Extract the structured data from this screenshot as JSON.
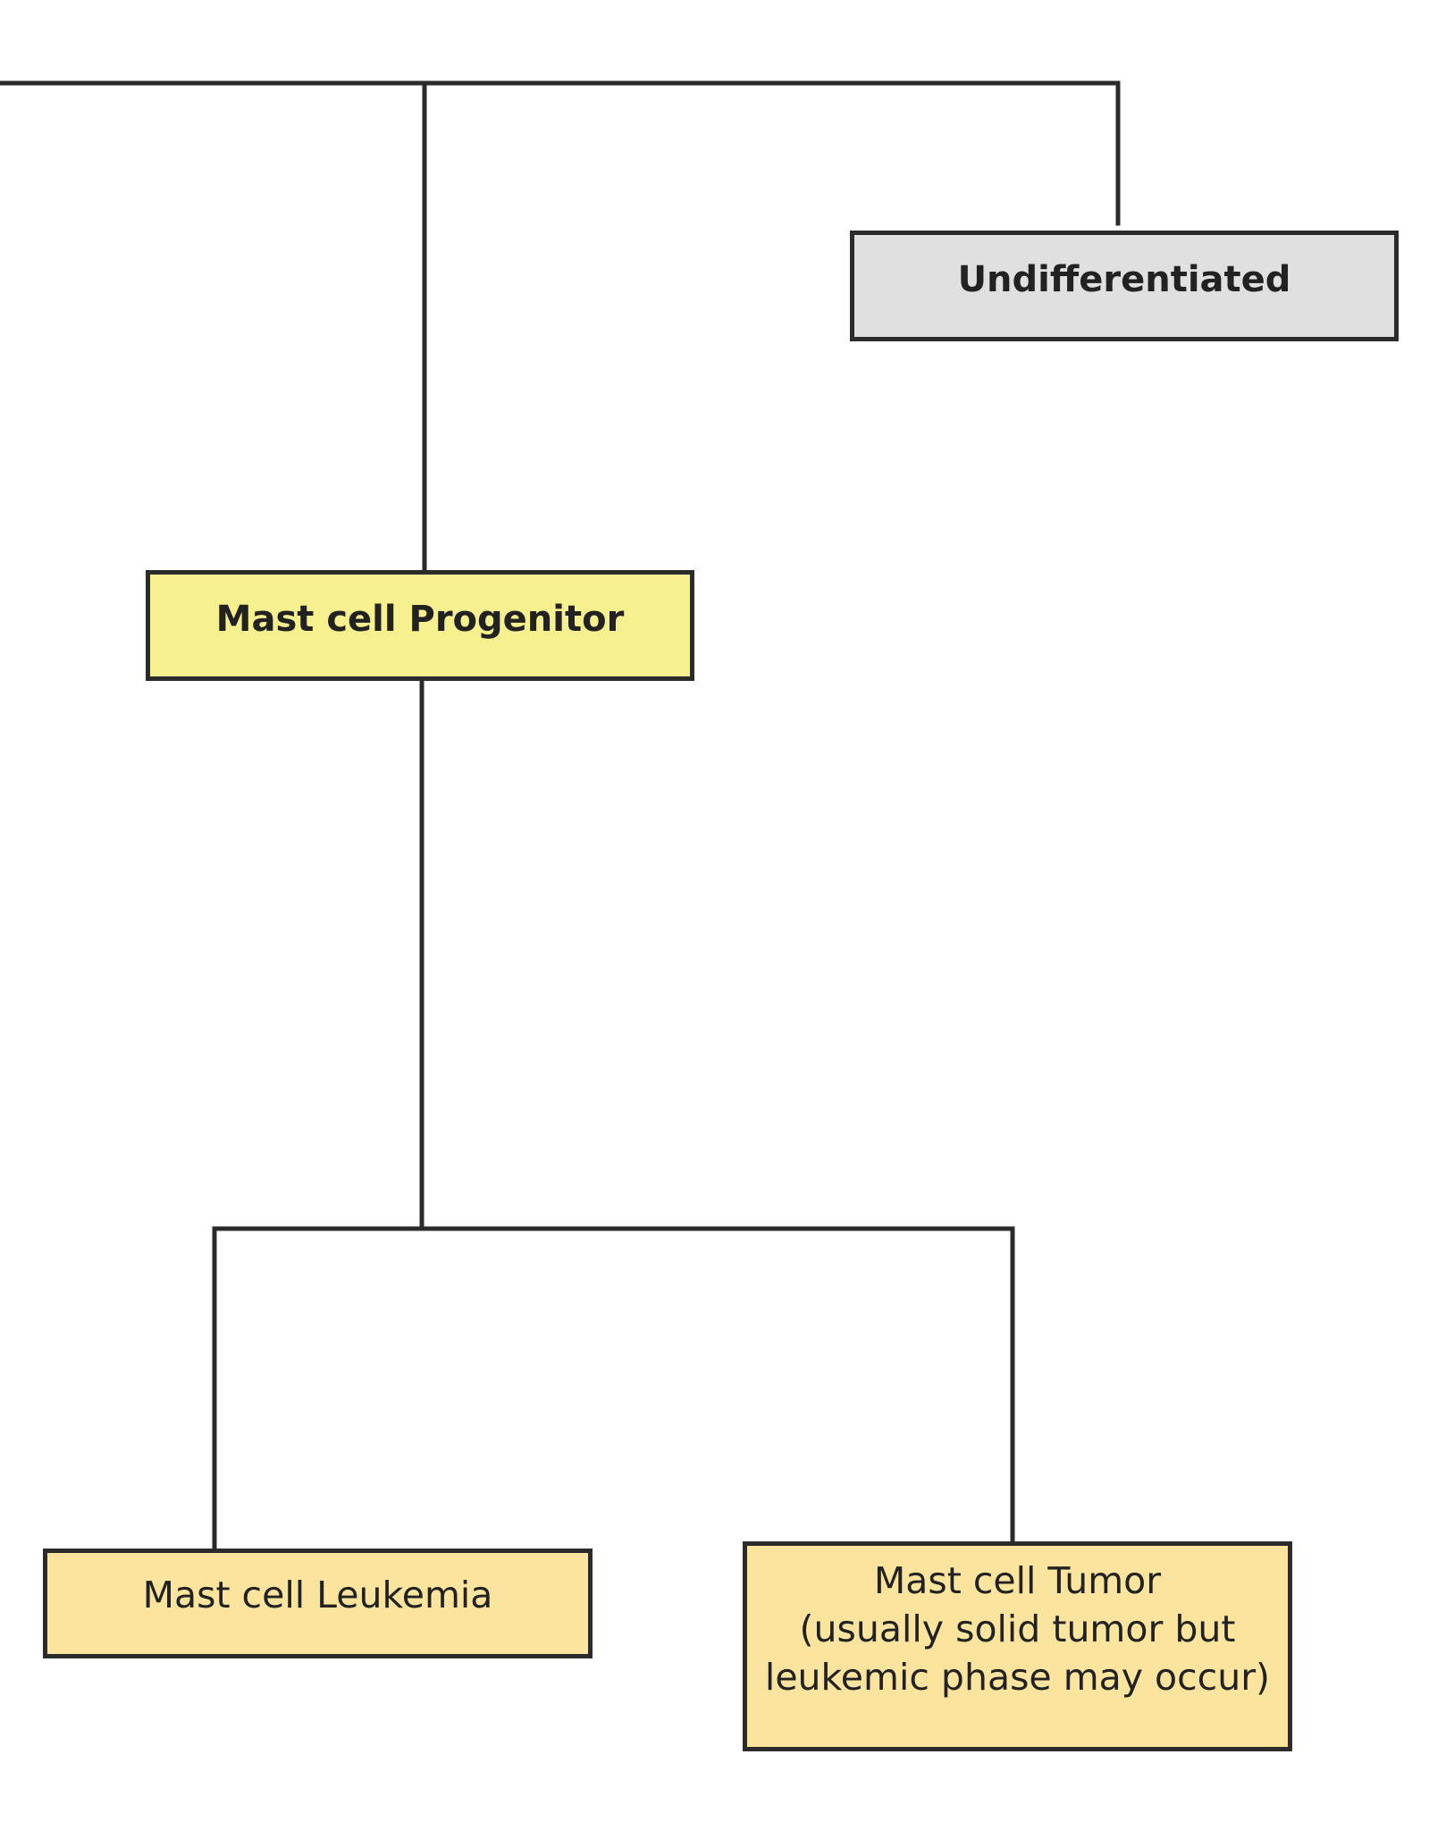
{
  "nodes": {
    "undifferentiated": {
      "label": "Undifferentiated"
    },
    "progenitor": {
      "label": "Mast cell Progenitor"
    },
    "leukemia": {
      "label": "Mast cell Leukemia"
    },
    "tumor": {
      "lines": [
        "Mast cell Tumor",
        "(usually solid tumor but",
        "leukemic phase may occur)"
      ]
    }
  },
  "edges": [
    {
      "from": "top-trunk",
      "to": "undifferentiated"
    },
    {
      "from": "top-trunk",
      "to": "progenitor"
    },
    {
      "from": "progenitor",
      "to": "leukemia"
    },
    {
      "from": "progenitor",
      "to": "tumor"
    }
  ],
  "colors": {
    "line": "#2b2b2b",
    "undifferentiated_fill": "#e0e0e0",
    "progenitor_fill": "#f7f08e",
    "leaf_fill": "#fbe49e"
  }
}
